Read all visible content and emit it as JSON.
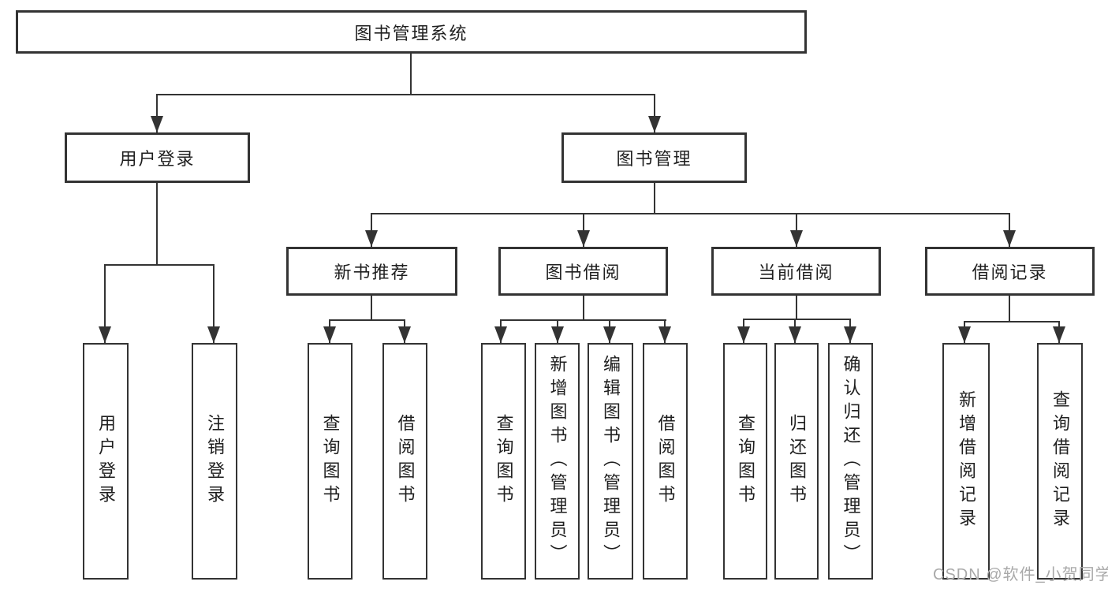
{
  "diagram": {
    "type": "hierarchy-tree",
    "colors": {
      "line": "#333333",
      "box_border": "#333333",
      "text": "#1f1f1f",
      "watermark": "#a9a9a9",
      "background": "#ffffff"
    }
  },
  "tree": {
    "label": "图书管理系统",
    "children": [
      {
        "label": "用户登录",
        "children": [
          {
            "label": "用户登录"
          },
          {
            "label": "注销登录"
          }
        ]
      },
      {
        "label": "图书管理",
        "children": [
          {
            "label": "新书推荐",
            "children": [
              {
                "label": "查询图书"
              },
              {
                "label": "借阅图书"
              }
            ]
          },
          {
            "label": "图书借阅",
            "children": [
              {
                "label": "查询图书"
              },
              {
                "label": "新增图书（管理员）"
              },
              {
                "label": "编辑图书（管理员）"
              },
              {
                "label": "借阅图书"
              }
            ]
          },
          {
            "label": "当前借阅",
            "children": [
              {
                "label": "查询图书"
              },
              {
                "label": "归还图书"
              },
              {
                "label": "确认归还（管理员）"
              }
            ]
          },
          {
            "label": "借阅记录",
            "children": [
              {
                "label": "新增借阅记录"
              },
              {
                "label": "查询借阅记录"
              }
            ]
          }
        ]
      }
    ]
  },
  "watermark": {
    "text": "CSDN @软件_小贺同学"
  }
}
